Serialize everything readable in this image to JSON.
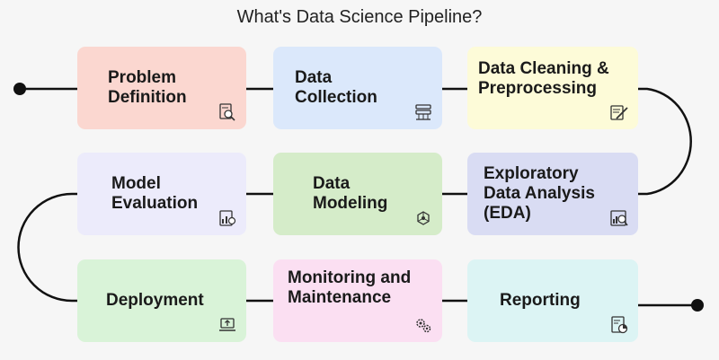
{
  "title": "What's Data Science Pipeline?",
  "colors": {
    "line": "#111111",
    "problem": "#fbd7d0",
    "collection": "#dbe8fb",
    "cleaning": "#fdfbd8",
    "evaluation": "#ecebfb",
    "modeling": "#d5ecc9",
    "eda": "#d9dcf3",
    "deployment": "#d9f3d8",
    "monitoring": "#fbdff2",
    "reporting": "#dcf4f4"
  },
  "stages": {
    "problem": {
      "label": "Problem\nDefinition",
      "icon": "document-magnifier-icon"
    },
    "collection": {
      "label": "Data\nCollection",
      "icon": "database-icon"
    },
    "cleaning": {
      "label": "Data Cleaning &\nPreprocessing",
      "icon": "document-pen-icon"
    },
    "evaluation": {
      "label": "Model\nEvaluation",
      "icon": "evaluation-chart-icon"
    },
    "modeling": {
      "label": "Data\nModeling",
      "icon": "network-cube-icon"
    },
    "eda": {
      "label": "Exploratory\nData Analysis\n(EDA)",
      "icon": "analysis-chart-icon"
    },
    "deployment": {
      "label": "Deployment",
      "icon": "laptop-upload-icon"
    },
    "monitoring": {
      "label": "Monitoring and\nMaintenance",
      "icon": "gears-icon"
    },
    "reporting": {
      "label": "Reporting",
      "icon": "report-pie-icon"
    }
  }
}
